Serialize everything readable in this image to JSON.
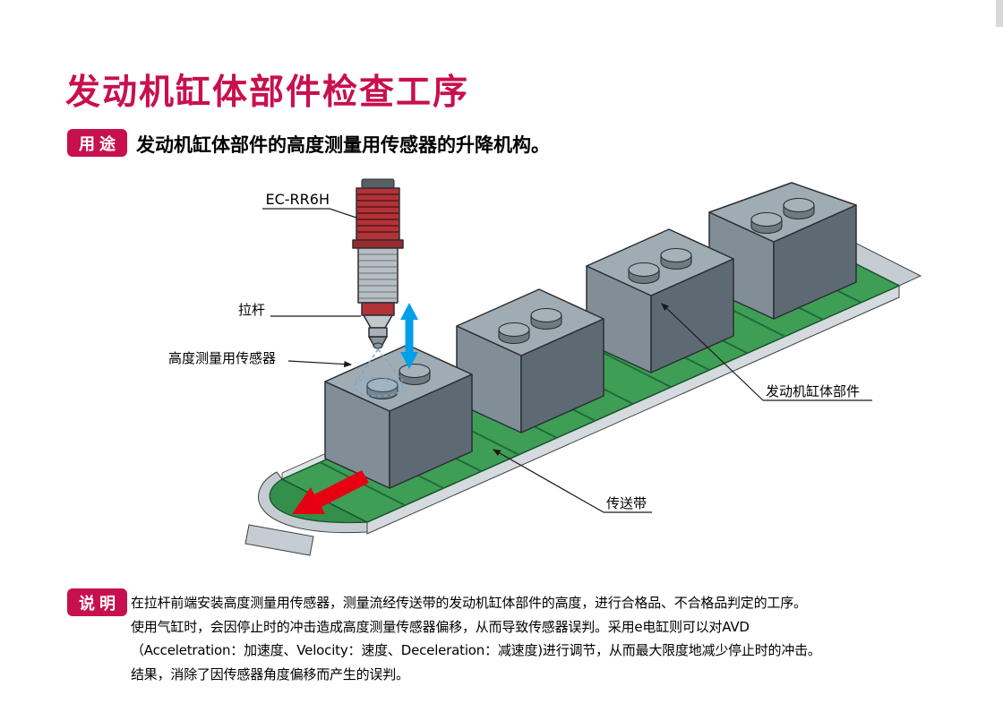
{
  "colors": {
    "brand": "#c8104e",
    "belt": "#3f9e56",
    "belt_dark": "#1f6b38",
    "arrow_red": "#e60012",
    "arrow_blue": "#00a0e9",
    "box_top": "#a0acb3",
    "box_left": "#828e97",
    "box_right": "#5e6a73"
  },
  "header": {
    "title": "发动机缸体部件检查工序"
  },
  "purpose": {
    "badge": "用途",
    "text": "发动机缸体部件的高度测量用传感器的升降机构。"
  },
  "diagram": {
    "labels": {
      "actuator_model": "EC-RR6H",
      "rod": "拉杆",
      "height_sensor": "高度测量用传感器",
      "engine_part": "发动机缸体部件",
      "conveyor": "传送带"
    },
    "icons": {
      "up_down_arrow": "vertical stroke motion",
      "flow_arrow": "conveyor travel direction"
    }
  },
  "explanation": {
    "badge": "说明",
    "lines": [
      "在拉杆前端安装高度测量用传感器，测量流经传送带的发动机缸体部件的高度，进行合格品、不合格品判定的工序。",
      "使用气缸时，会因停止时的冲击造成高度测量传感器偏移，从而导致传感器误判。采用e电缸则可以对AVD",
      "（Acceletration：加速度、Velocity：速度、Deceleration：减速度)进行调节，从而最大限度地减少停止时的冲击。",
      "结果，消除了因传感器角度偏移而产生的误判。"
    ]
  }
}
